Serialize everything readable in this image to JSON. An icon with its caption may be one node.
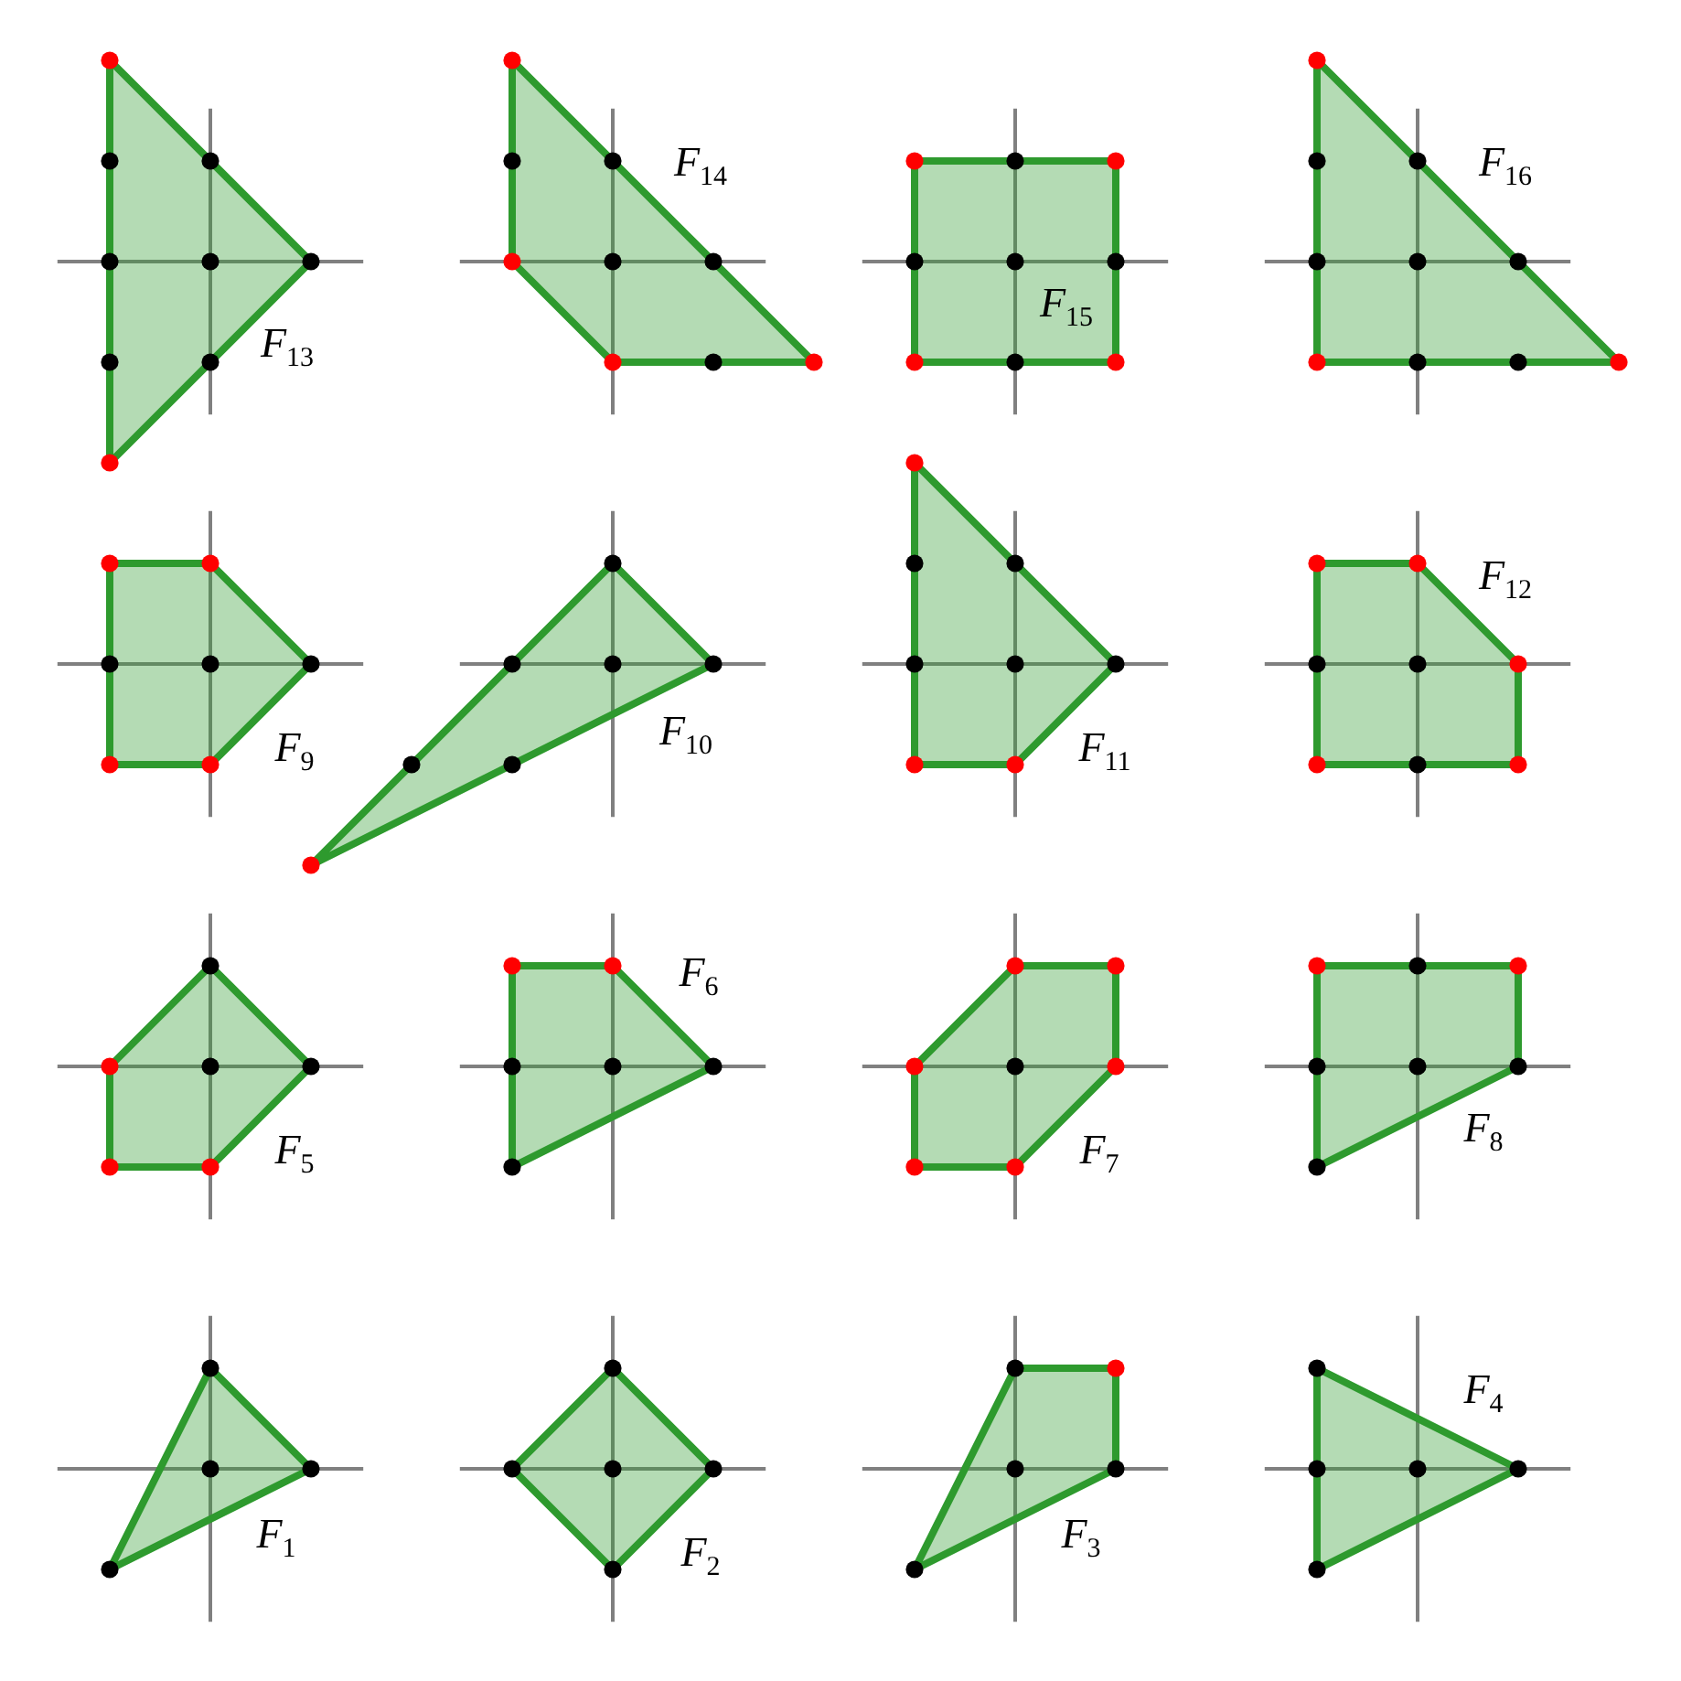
{
  "diagram": {
    "labels": [
      "*F*$_{13}$",
      "*F*$_{14}$",
      "*F*$_{15}$",
      "*F*$_{16}$",
      "*F*$_{9}$",
      "*F*$_{10}$",
      "*F*$_{11}$",
      "*F*$_{12}$",
      "*F*$_{5}$",
      "*F*$_{6}$",
      "*F*$_{7}$",
      "*F*$_{8}$",
      "*F*$_{1}$",
      "*F*$_{2}$",
      "*F*$_{3}$",
      "*F*$_{4}$"
    ]
  }
}
